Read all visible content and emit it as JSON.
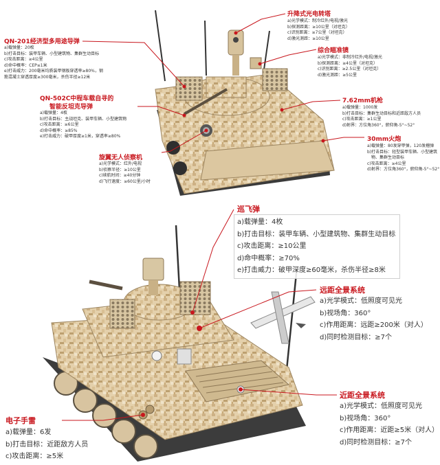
{
  "labels": {
    "qn201": {
      "title": "QN-201经济型多用途导弹",
      "specs": [
        "a)载弹量：20枚",
        "b)打击目标：装甲车辆、小型建筑物、集群生动目标",
        "c)攻击距离：≥4公里",
        "d)命中概率：CEP≤1米",
        "e)打击威力：200毫米均质装甲钢板穿透率≥80%，钢",
        "筋混凝土穿透厚度≥300毫米，杀伤半径≥12米"
      ]
    },
    "qn502c": {
      "title": "QN-502C中程车载自寻的",
      "title2": "智能反坦克导弹",
      "specs": [
        "a)载弹量：4枚",
        "b)打击目标：主战坦克、装甲车辆、小型建筑物",
        "c)攻击距离：≥6公里",
        "d)命中概率：≥85%",
        "e)打击威力：破甲厚度≥1米，穿透率≥80%"
      ]
    },
    "drone": {
      "title": "旋翼无人侦察机",
      "specs": [
        "a)光学模式：红外/电视",
        "b)侦察半径：≥10公里",
        "c)续航时间：≥40分钟",
        "d)飞行速度：≥60公里/小时"
      ]
    },
    "lift_turret": {
      "title": "升降式光电转塔",
      "specs": [
        "a)光学模式：制冷红外/电视/激光",
        "b)探测距离：≥10公里（对坦克）",
        "c)识别距离：≥7公里（对坦克）",
        "d)激光测距：≥10公里"
      ]
    },
    "aim_sight": {
      "title": "综合瞄准镜",
      "specs": [
        "a)光学模式：非制冷红外/电视/激光",
        "b)探测距离：≥4公里（对坦克）",
        "c)识别距离：≥2.5公里（对坦克）",
        "d)激光测距：≥5公里"
      ]
    },
    "mg762": {
      "title": "7.62mm机枪",
      "specs": [
        "a)载弹量：1000发",
        "b)打击目标：集群生动目标和近距敌方人员",
        "c)攻击距离：≥1公里",
        "d)射界：方位角360°，俯仰角-5°~52°"
      ]
    },
    "cannon30": {
      "title": "30mm火炮",
      "specs": [
        "a)载弹量：80发穿甲弹，120发榴弹",
        "b)打击目标：轻型装甲车辆、小型建筑",
        "　物、集群生动目标",
        "c)攻击距离：≥4公里",
        "d)射界：方位角360°，俯仰角-5°~52°"
      ]
    },
    "cruise": {
      "title": "巡飞弹",
      "specs": [
        "a)载弹量：4枚",
        "b)打击目标：装甲车辆、小型建筑物、集群生动目标",
        "c)攻击距离：≥10公里",
        "d)命中概率：≥70%",
        "e)打击威力：破甲深度≥60毫米，杀伤半径≥8米"
      ]
    },
    "far_pano": {
      "title": "远距全景系统",
      "specs": [
        "a)光学模式：低照度可见光",
        "b)视场角：360°",
        "c)作用距离：远距≥200米（对人）",
        "d)同时检测目标：≥7个"
      ]
    },
    "near_pano": {
      "title": "近距全景系统",
      "specs": [
        "a)光学模式：低照度可见光",
        "b)视场角：360°",
        "c)作用距离：近距≥5米（对人）",
        "d)同时检测目标：≥7个"
      ]
    },
    "grenade": {
      "title": "电子手雷",
      "specs": [
        "a)载弹量：6发",
        "b)打击目标：近距敌方人员",
        "c)攻击距离：≥5米"
      ]
    }
  },
  "colors": {
    "accent": "#c8161d",
    "camo_base": "#e6d3b0",
    "camo_dark": "#c9ab80"
  }
}
